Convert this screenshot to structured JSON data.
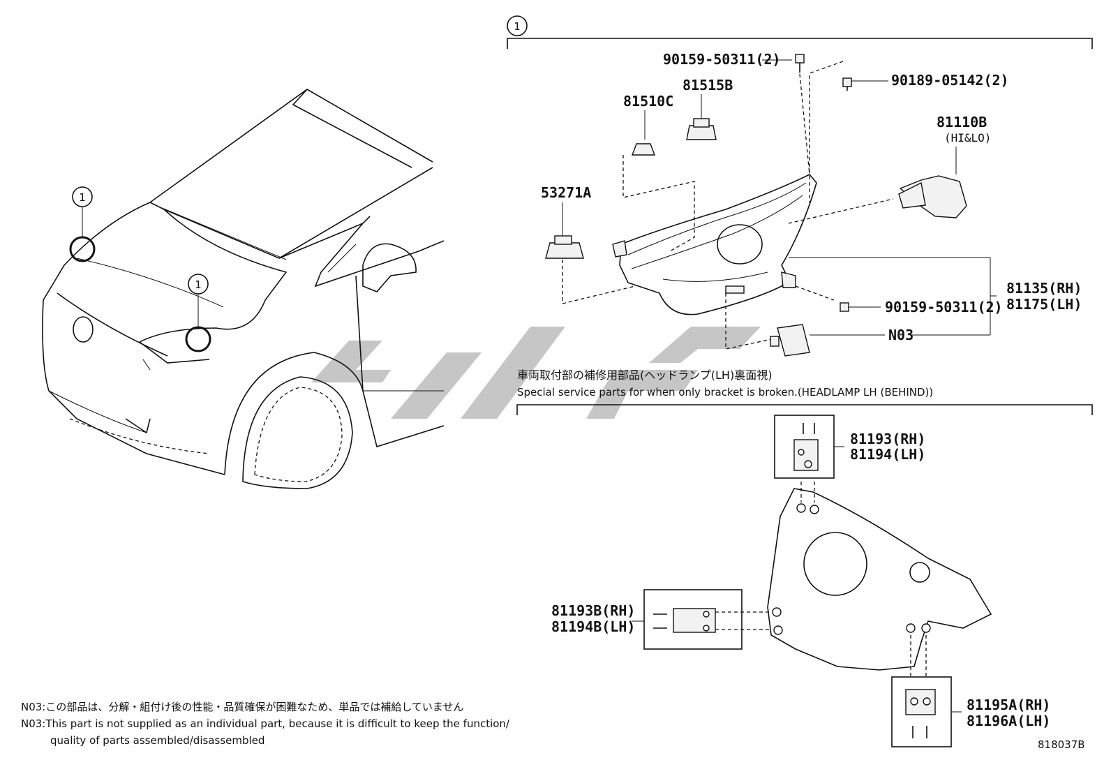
{
  "callout": "1",
  "parts": {
    "bolt_top": "90159-50311(2)",
    "clip_top": "90189-05142(2)",
    "socket": "81515B",
    "bulb_small": "81510C",
    "bulb_main": "81110B",
    "bulb_main_note": "(HI&LO)",
    "bracket_clip": "53271A",
    "lamp_rh": "81135(RH)",
    "lamp_lh": "81175(LH)",
    "bolt_bottom": "90159-50311(2)",
    "n03": "N03",
    "kit_a_rh": "81193(RH)",
    "kit_a_lh": "81194(LH)",
    "kit_b_rh": "81193B(RH)",
    "kit_b_lh": "81194B(LH)",
    "kit_c_rh": "81195A(RH)",
    "kit_c_lh": "81196A(LH)"
  },
  "section_note": {
    "jp": "車両取付部の補修用部品(ヘッドランプ(LH)裏面視)",
    "en": "Special service parts for when only bracket is broken.(HEADLAMP LH (BEHIND))"
  },
  "footnote": {
    "jp": "N03:この部品は、分解・組付け後の性能・品質確保が困難なため、単品では補給していません",
    "en1": "N03:This part is not supplied as an individual part, because it is difficult to keep the function/",
    "en2": "quality of parts assembled/disassembled"
  },
  "diagram_id": "818037B"
}
